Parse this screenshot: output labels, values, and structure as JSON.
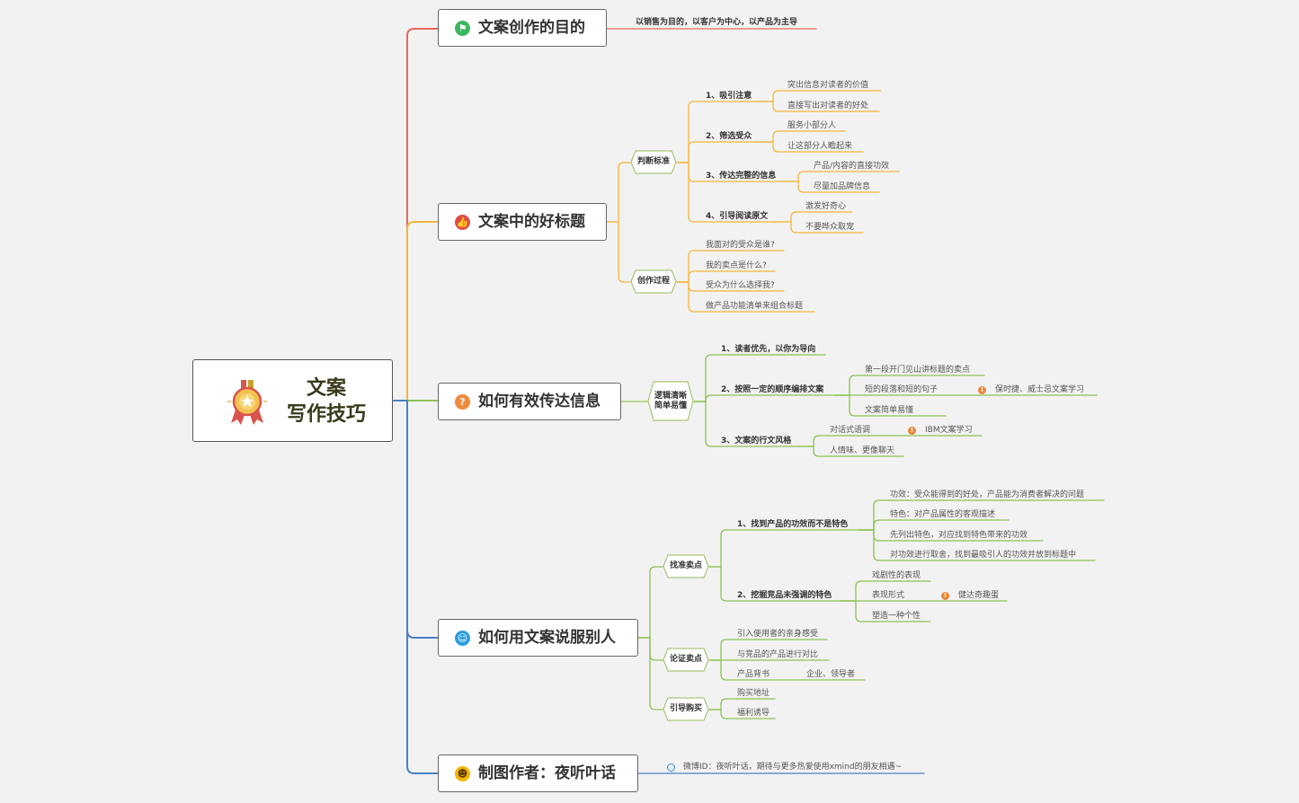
{
  "root": {
    "line1": "文案",
    "line2": "写作技巧",
    "icon": "medal-icon"
  },
  "colors": {
    "red": "#e8675a",
    "orange": "#f4b63a",
    "green": "#8cc152",
    "blue": "#4a80c8"
  },
  "branches": {
    "purpose": {
      "title": "文案创作的目的",
      "icon": "flag-icon",
      "note": "以销售为目的，以客户为中心，以产品为主导"
    },
    "good_title": {
      "title": "文案中的好标题",
      "icon": "thumbs-up-icon",
      "criteria": {
        "label": "判断标准",
        "items": [
          {
            "label": "1、吸引注意",
            "children": [
              "突出信息对读者的价值",
              "直接写出对读者的好处"
            ]
          },
          {
            "label": "2、筛选受众",
            "children": [
              "服务小部分人",
              "让这部分人瞻起来"
            ]
          },
          {
            "label": "3、传达完整的信息",
            "children": [
              "产品/内容的直接功效",
              "尽量加品牌信息"
            ]
          },
          {
            "label": "4、引导阅读原文",
            "children": [
              "激发好奇心",
              "不要哗众取宠"
            ]
          }
        ]
      },
      "process": {
        "label": "创作过程",
        "items": [
          "我面对的受众是谁?",
          "我的卖点是什么?",
          "受众为什么选择我?",
          "做产品功能清单来组合标题"
        ]
      }
    },
    "convey": {
      "title": "如何有效传达信息",
      "icon": "question-icon",
      "hub": {
        "line1": "逻辑清晰",
        "line2": "简单易懂"
      },
      "items": {
        "reader_first": "1、读者优先，以你为导向",
        "order": {
          "label": "2、按照一定的顺序编排文案",
          "children": [
            "第一段开门见山讲标题的卖点",
            "短的段落和短的句子",
            "文案简单易懂"
          ],
          "note": "保时捷、威士忌文案学习"
        },
        "style": {
          "label": "3、文案的行文风格",
          "children": [
            "对话式语调",
            "人情味、更像聊天"
          ],
          "note": "IBM文案学习"
        }
      }
    },
    "persuade": {
      "title": "如何用文案说服别人",
      "icon": "users-icon",
      "selling": {
        "label": "找准卖点",
        "effect": {
          "label": "1、找到产品的功效而不是特色",
          "children": [
            "功效：受众能得到的好处，产品能为消费者解决的问题",
            "特色：对产品属性的客观描述",
            "先列出特色，对应找到特色带来的功效",
            "对功效进行取舍，找到最吸引人的功效并放到标题中"
          ]
        },
        "rival": {
          "label": "2、挖掘竞品未强调的特色",
          "children": [
            "戏剧性的表现",
            "表现形式",
            "塑造一种个性"
          ],
          "note": "健达奇趣蛋"
        }
      },
      "proof": {
        "label": "论证卖点",
        "children": [
          "引入使用者的亲身感受",
          "与竞品的产品进行对比",
          "产品背书"
        ],
        "endorse": "企业、领导者"
      },
      "guide": {
        "label": "引导购买",
        "children": [
          "购买地址",
          "福利诱导"
        ]
      }
    },
    "author": {
      "title": "制图作者：夜听叶话",
      "icon": "smile-icon",
      "note": "微博ID：夜听叶话，期待与更多热爱使用xmind的朋友相遇~",
      "note_icon": "weibo-icon"
    }
  }
}
